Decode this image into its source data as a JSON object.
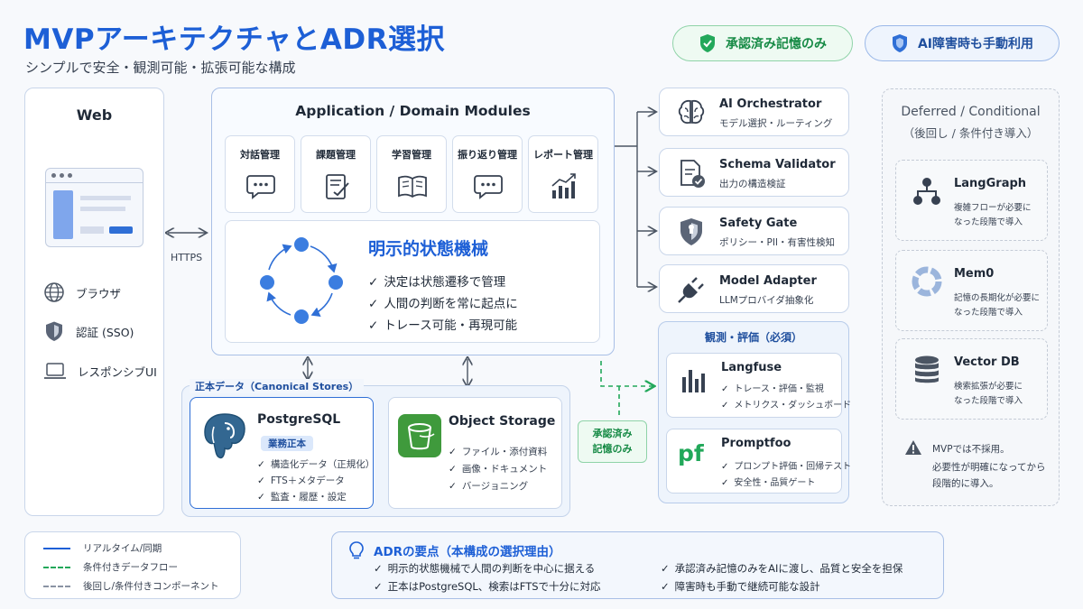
{
  "header": {
    "title": "MVPアーキテクチャとADR選択",
    "subtitle": "シンプルで安全・観測可能・拡張可能な構成",
    "badge_memory": "承認済み記憶のみ",
    "badge_fallback": "AI障害時も手動利用"
  },
  "web": {
    "title": "Web",
    "items": [
      {
        "icon": "globe-icon",
        "label": "ブラウザ"
      },
      {
        "icon": "shield-icon",
        "label": "認証 (SSO)"
      },
      {
        "icon": "laptop-icon",
        "label": "レスポンシブUI"
      }
    ],
    "protocol": "HTTPS"
  },
  "app": {
    "title": "Application / Domain Modules",
    "modules": [
      {
        "label": "対話管理",
        "icon": "chat-bubble-icon"
      },
      {
        "label": "課題管理",
        "icon": "clipboard-check-icon"
      },
      {
        "label": "学習管理",
        "icon": "open-book-icon"
      },
      {
        "label": "振り返り管理",
        "icon": "chat-bubble-icon"
      },
      {
        "label": "レポート管理",
        "icon": "bar-chart-icon"
      }
    ],
    "state_machine": {
      "title": "明示的状態機械",
      "items": [
        "決定は状態遷移で管理",
        "人間の判断を常に起点に",
        "トレース可能・再現可能"
      ]
    }
  },
  "services": [
    {
      "name": "AI Orchestrator",
      "desc": "モデル選択・ルーティング",
      "icon": "brain-icon"
    },
    {
      "name": "Schema Validator",
      "desc": "出力の構造検証",
      "icon": "document-check-icon"
    },
    {
      "name": "Safety Gate",
      "desc": "ポリシー・PII・有害性検知",
      "icon": "shield-icon"
    },
    {
      "name": "Model Adapter",
      "desc": "LLMプロバイダ抽象化",
      "icon": "plug-icon"
    }
  ],
  "observability": {
    "title": "観測・評価（必須）",
    "tools": [
      {
        "name": "Langfuse",
        "icon": "bars-icon",
        "items": [
          "トレース・評価・監視",
          "メトリクス・ダッシュボード"
        ]
      },
      {
        "name": "Promptfoo",
        "icon": "pf-logo-icon",
        "logo_text": "pf",
        "items": [
          "プロンプト評価・回帰テスト",
          "安全性・品質ゲート"
        ]
      }
    ]
  },
  "approval_box": [
    "承認済み",
    "記憶のみ"
  ],
  "deferred": {
    "title": "Deferred / Conditional",
    "subtitle": "（後回し / 条件付き導入）",
    "items": [
      {
        "name": "LangGraph",
        "icon": "graph-nodes-icon",
        "desc": [
          "複雑フローが必要に",
          "なった段階で導入"
        ]
      },
      {
        "name": "Mem0",
        "icon": "ring-segments-icon",
        "desc": [
          "記憶の長期化が必要に",
          "なった段階で導入"
        ]
      },
      {
        "name": "Vector DB",
        "icon": "database-icon",
        "desc": [
          "検索拡張が必要に",
          "なった段階で導入"
        ]
      }
    ],
    "note": [
      "MVPでは不採用。",
      "必要性が明確になってから",
      "段階的に導入。"
    ]
  },
  "stores": {
    "title": "正本データ（Canonical Stores）",
    "postgres": {
      "name": "PostgreSQL",
      "badge": "業務正本",
      "items": [
        "構造化データ（正規化）",
        "FTS＋メタデータ",
        "監査・履歴・設定"
      ]
    },
    "object": {
      "name": "Object Storage",
      "items": [
        "ファイル・添付資料",
        "画像・ドキュメント",
        "バージョニング"
      ]
    }
  },
  "legend": [
    {
      "style": "solid",
      "color": "#1d5fd6",
      "label": "リアルタイム/同期"
    },
    {
      "style": "dashed",
      "color": "#22a85a",
      "label": "条件付きデータフロー"
    },
    {
      "style": "dashed",
      "color": "#8a93a3",
      "label": "後回し/条件付きコンポーネント"
    }
  ],
  "adr": {
    "title": "ADRの要点（本構成の選択理由）",
    "items": [
      "明示的状態機械で人間の判断を中心に据える",
      "正本はPostgreSQL、検索はFTSで十分に対応",
      "承認済み記憶のみをAIに渡し、品質と安全を担保",
      "障害時も手動で継続可能な設計"
    ]
  }
}
